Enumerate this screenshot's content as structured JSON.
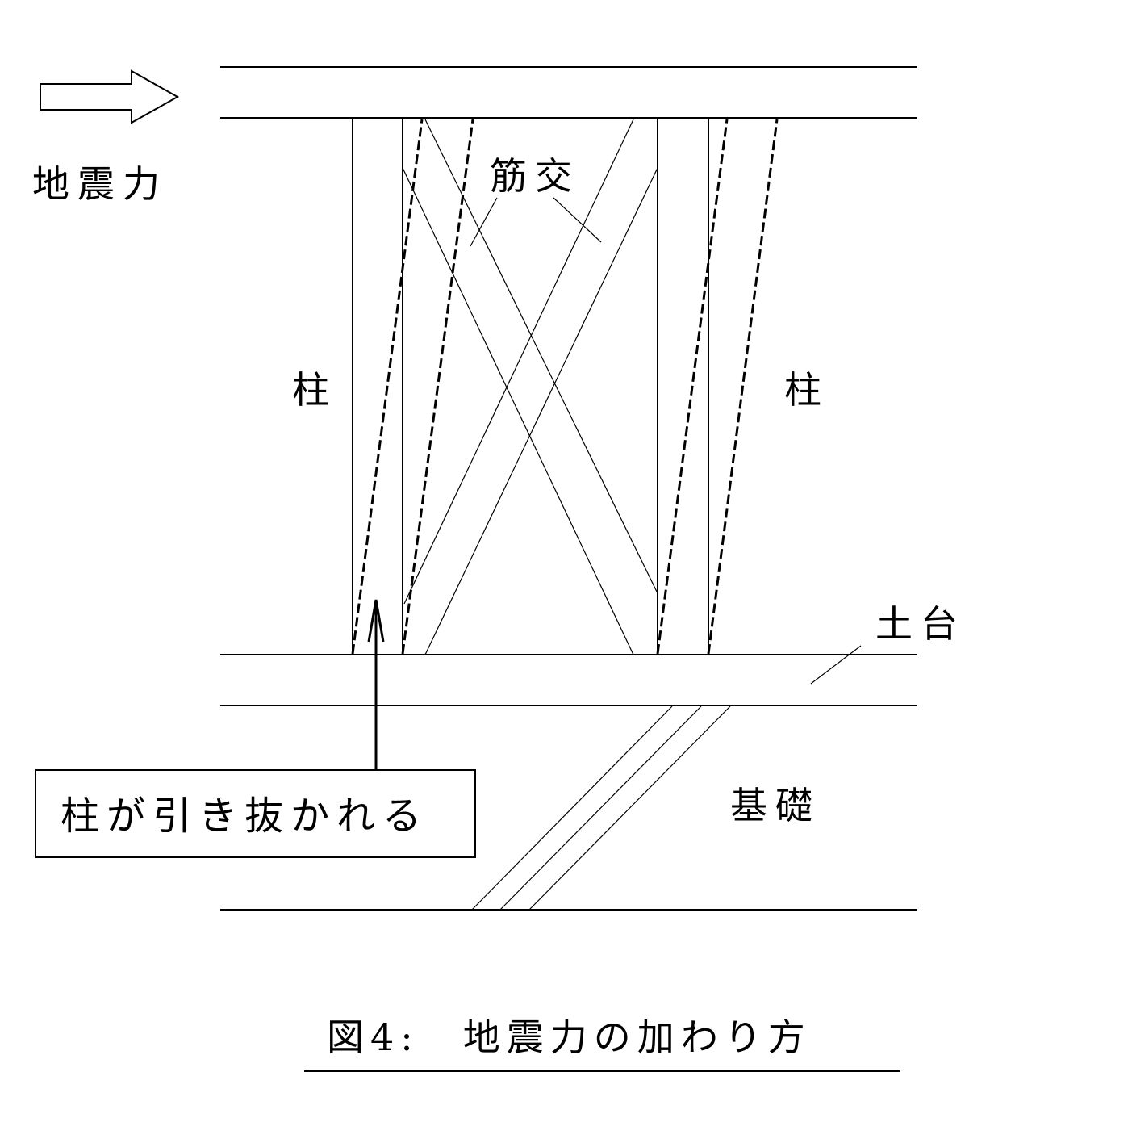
{
  "labels": {
    "seismic_force": "地震力",
    "bracing": "筋交",
    "column_left": "柱",
    "column_right": "柱",
    "sill": "土台",
    "foundation": "基礎",
    "pullout_box": "柱が引き抜かれる"
  },
  "caption": "図4:　地震力の加わり方"
}
